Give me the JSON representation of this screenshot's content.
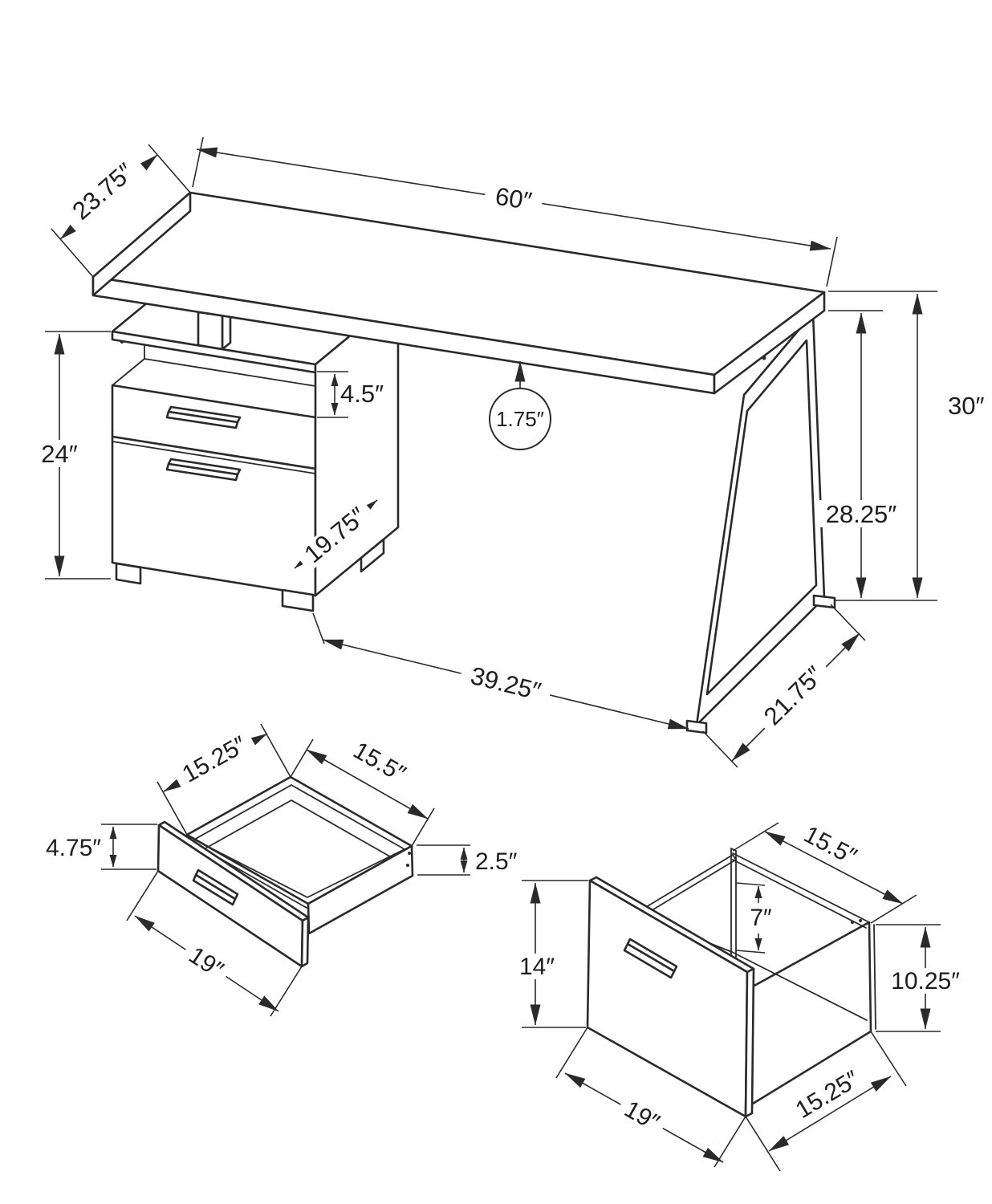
{
  "colors": {
    "line": "#2a2a2a",
    "background": "#ffffff"
  },
  "desk": {
    "top_width": "60″",
    "top_depth": "23.75″",
    "top_thickness": "1.75″",
    "overall_height": "30″",
    "clearance_height": "28.25″",
    "shelf_opening_height": "4.5″",
    "cabinet_height": "24″",
    "cabinet_depth": "19.75″",
    "open_span_width": "39.25″",
    "leg_base_depth": "21.75″"
  },
  "small_drawer": {
    "inner_width": "15.25″",
    "inner_depth": "15.5″",
    "front_height": "4.75″",
    "box_height": "2.5″",
    "front_width": "19″"
  },
  "file_drawer": {
    "inner_depth": "15.5″",
    "file_depth": "7″",
    "front_height": "14″",
    "box_height": "10.25″",
    "front_width": "19″",
    "bottom_width": "15.25″"
  }
}
